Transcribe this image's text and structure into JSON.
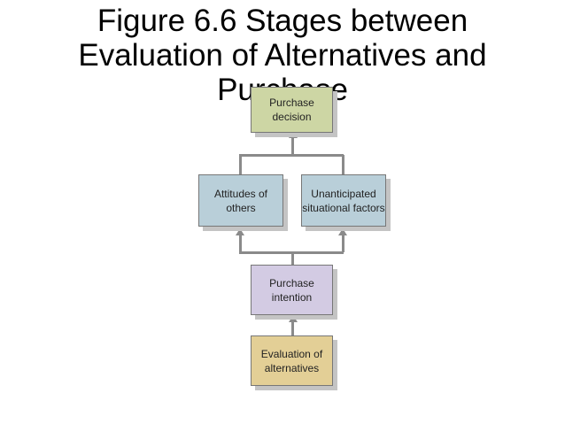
{
  "title": {
    "line1": "Figure 6.6  Stages between",
    "line2": "Evaluation of Alternatives and",
    "line3": "Purchase"
  },
  "diagram": {
    "boxes": {
      "purchase_decision": "Purchase\ndecision",
      "attitudes_of_others": "Attitudes of\nothers",
      "unanticipated_factors": "Unanticipated\nsituational factors",
      "purchase_intention": "Purchase\nintention",
      "evaluation_of_alternatives": "Evaluation of\nalternatives"
    },
    "colors": {
      "green": "#cdd6a4",
      "blue": "#b9cfd9",
      "purple": "#d3cbe3",
      "tan": "#e3cf96",
      "connector": "#8a8a8a"
    }
  }
}
